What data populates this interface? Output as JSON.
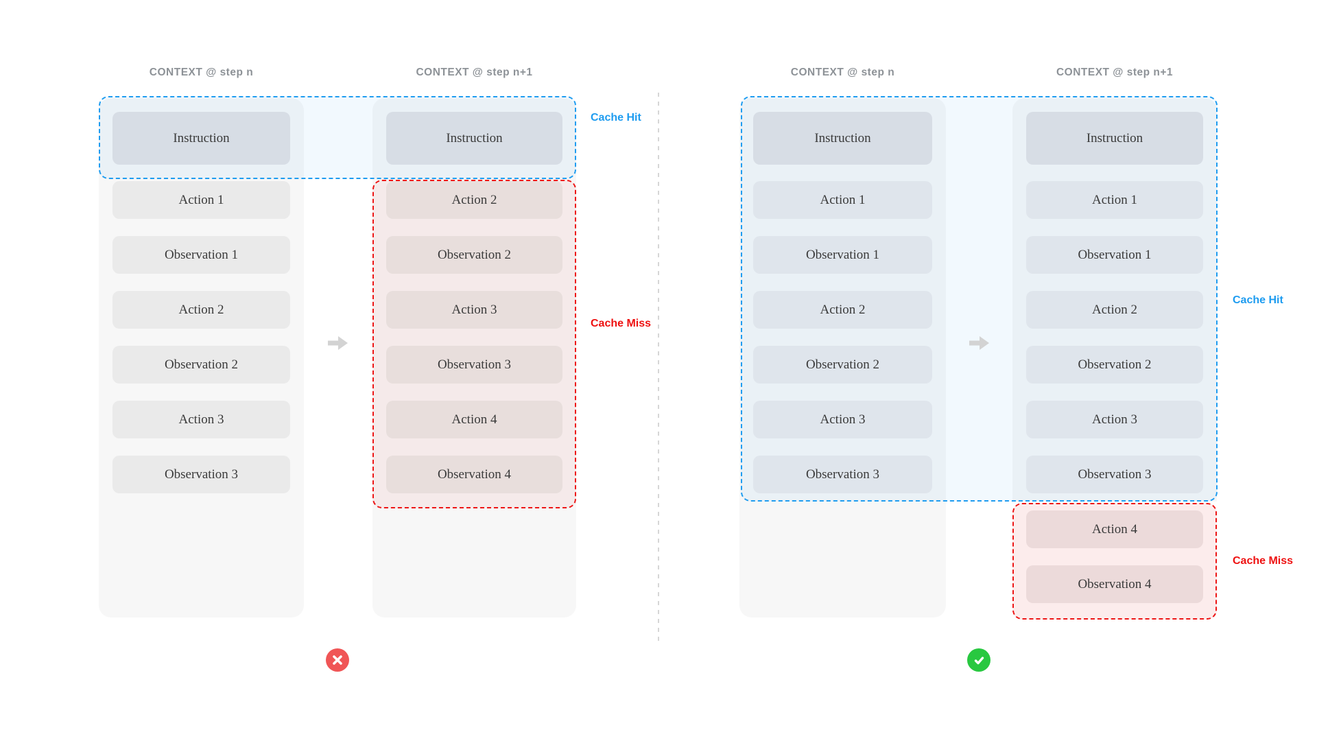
{
  "headers": {
    "step_n": "CONTEXT @ step n",
    "step_n1": "CONTEXT @ step n+1"
  },
  "labels": {
    "cache_hit": "Cache Hit",
    "cache_miss": "Cache Miss"
  },
  "left_diagram": {
    "col1": [
      "Instruction",
      "Action 1",
      "Observation 1",
      "Action 2",
      "Observation 2",
      "Action 3",
      "Observation 3"
    ],
    "col2_hit": [
      "Instruction"
    ],
    "col2_miss": [
      "Action 2",
      "Observation 2",
      "Action 3",
      "Observation 3",
      "Action 4",
      "Observation 4"
    ],
    "result": "cross"
  },
  "right_diagram": {
    "col1": [
      "Instruction",
      "Action 1",
      "Observation 1",
      "Action 2",
      "Observation 2",
      "Action 3",
      "Observation 3"
    ],
    "col2_hit": [
      "Instruction",
      "Action 1",
      "Observation 1",
      "Action 2",
      "Observation 2",
      "Action 3",
      "Observation 3"
    ],
    "col2_miss": [
      "Action 4",
      "Observation 4"
    ],
    "result": "check"
  },
  "colors": {
    "cache_hit_accent": "#1e9cf0",
    "cache_miss_accent": "#ed1515",
    "error_badge": "#f05556",
    "success_badge": "#28c840",
    "column_bg": "#f7f7f7",
    "neutral_item": "#eaeaea",
    "hit_item": "#dfe5ec",
    "instruction_item": "#d7dde5",
    "miss_item": "#e8dedc"
  }
}
